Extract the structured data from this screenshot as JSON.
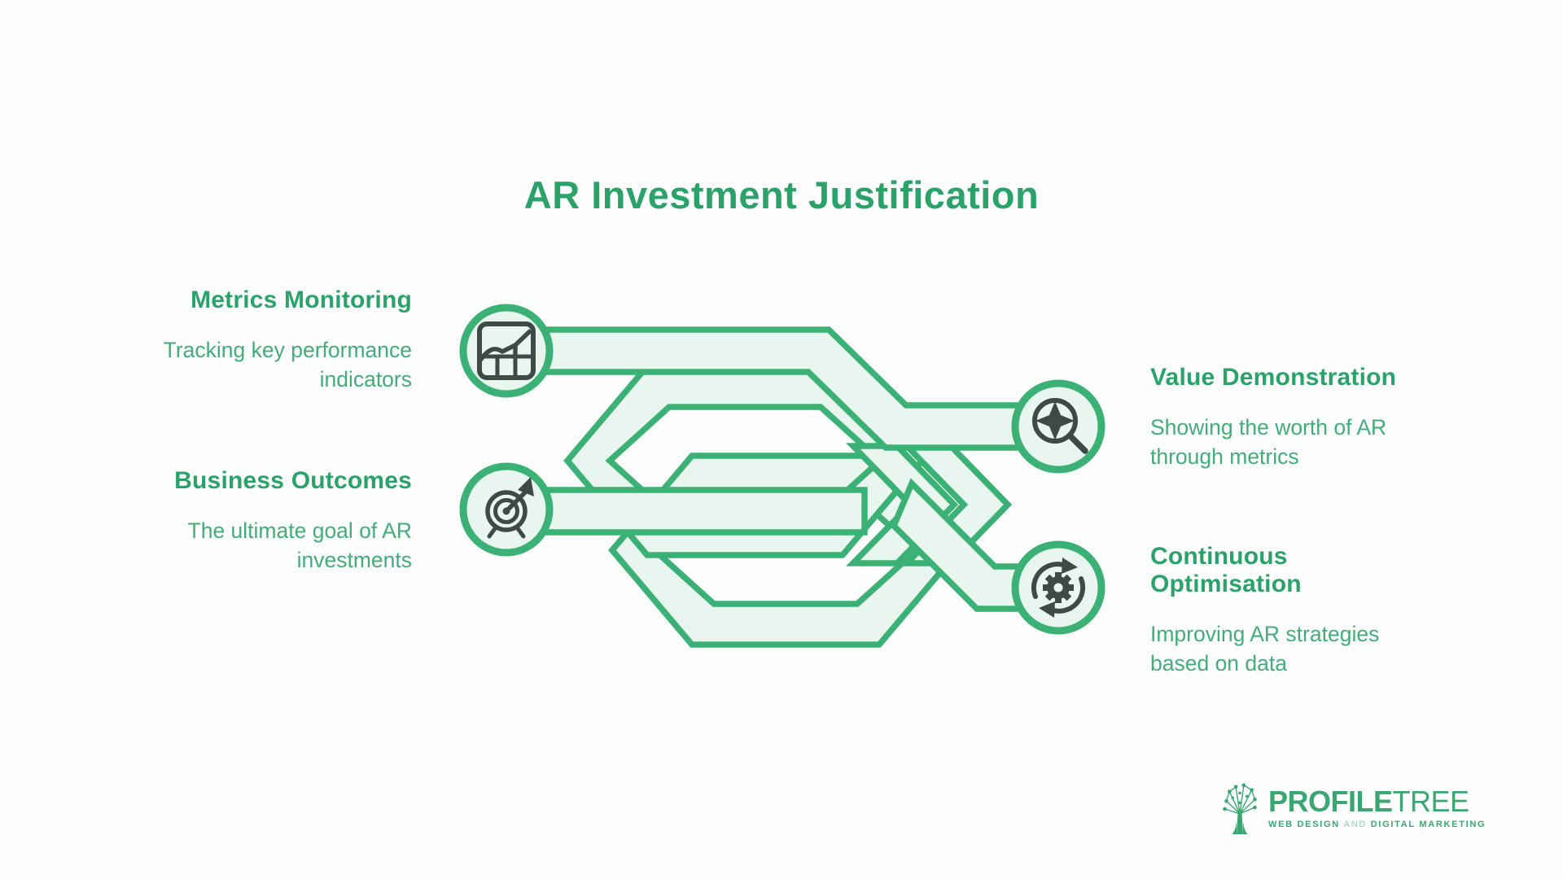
{
  "title": "AR Investment Justification",
  "colors": {
    "accent_green": "#3bb175",
    "mint_fill": "#e9f6ef",
    "heading_green": "#2ba26a",
    "body_green": "#43ac79",
    "icon_dark": "#3e4a46",
    "background": "#fdfefd"
  },
  "items": [
    {
      "id": "metrics-monitoring",
      "heading": "Metrics Monitoring",
      "description": "Tracking key performance indicators",
      "icon": "bar-chart-icon",
      "side": "left"
    },
    {
      "id": "business-outcomes",
      "heading": "Business Outcomes",
      "description": "The ultimate goal of AR investments",
      "icon": "target-dart-icon",
      "side": "left"
    },
    {
      "id": "value-demonstration",
      "heading": "Value Demonstration",
      "description": "Showing the worth of AR through metrics",
      "icon": "magnifier-sparkle-icon",
      "side": "right"
    },
    {
      "id": "continuous-optimisation",
      "heading": "Continuous Optimisation",
      "description": "Improving AR strategies based on data",
      "icon": "sync-gear-icon",
      "side": "right"
    }
  ],
  "logo": {
    "brand_bold": "PROFILE",
    "brand_light": "TREE",
    "tagline_part1": "WEB DESIGN ",
    "tagline_and": "AND",
    "tagline_part2": " DIGITAL MARKETING"
  }
}
